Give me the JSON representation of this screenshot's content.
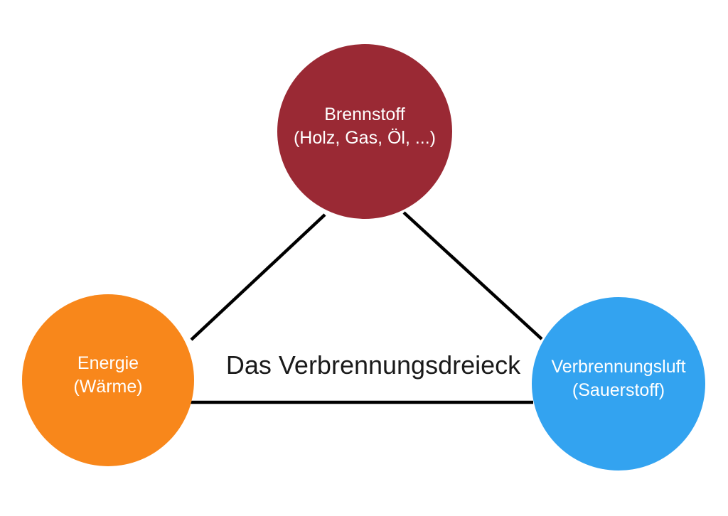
{
  "title": "Das Verbrennungsdreieck",
  "nodes": [
    {
      "id": "brennstoff",
      "line1": "Brennstoff",
      "line2": "(Holz, Gas, Öl, ...)",
      "color": "#9A2934",
      "position": "top"
    },
    {
      "id": "energie",
      "line1": "Energie",
      "line2": "(Wärme)",
      "color": "#F8871B",
      "position": "bottom-left"
    },
    {
      "id": "verbrennungsluft",
      "line1": "Verbrennungsluft",
      "line2": "(Sauerstoff)",
      "color": "#33A3F0",
      "position": "bottom-right"
    }
  ],
  "edges": [
    {
      "from": "energie",
      "to": "brennstoff"
    },
    {
      "from": "brennstoff",
      "to": "verbrennungsluft"
    },
    {
      "from": "energie",
      "to": "verbrennungsluft"
    }
  ],
  "line_color": "#000000",
  "background_color": "#FFFFFF",
  "node_text_color": "#FFFFFF",
  "title_color": "#1A1A1A"
}
